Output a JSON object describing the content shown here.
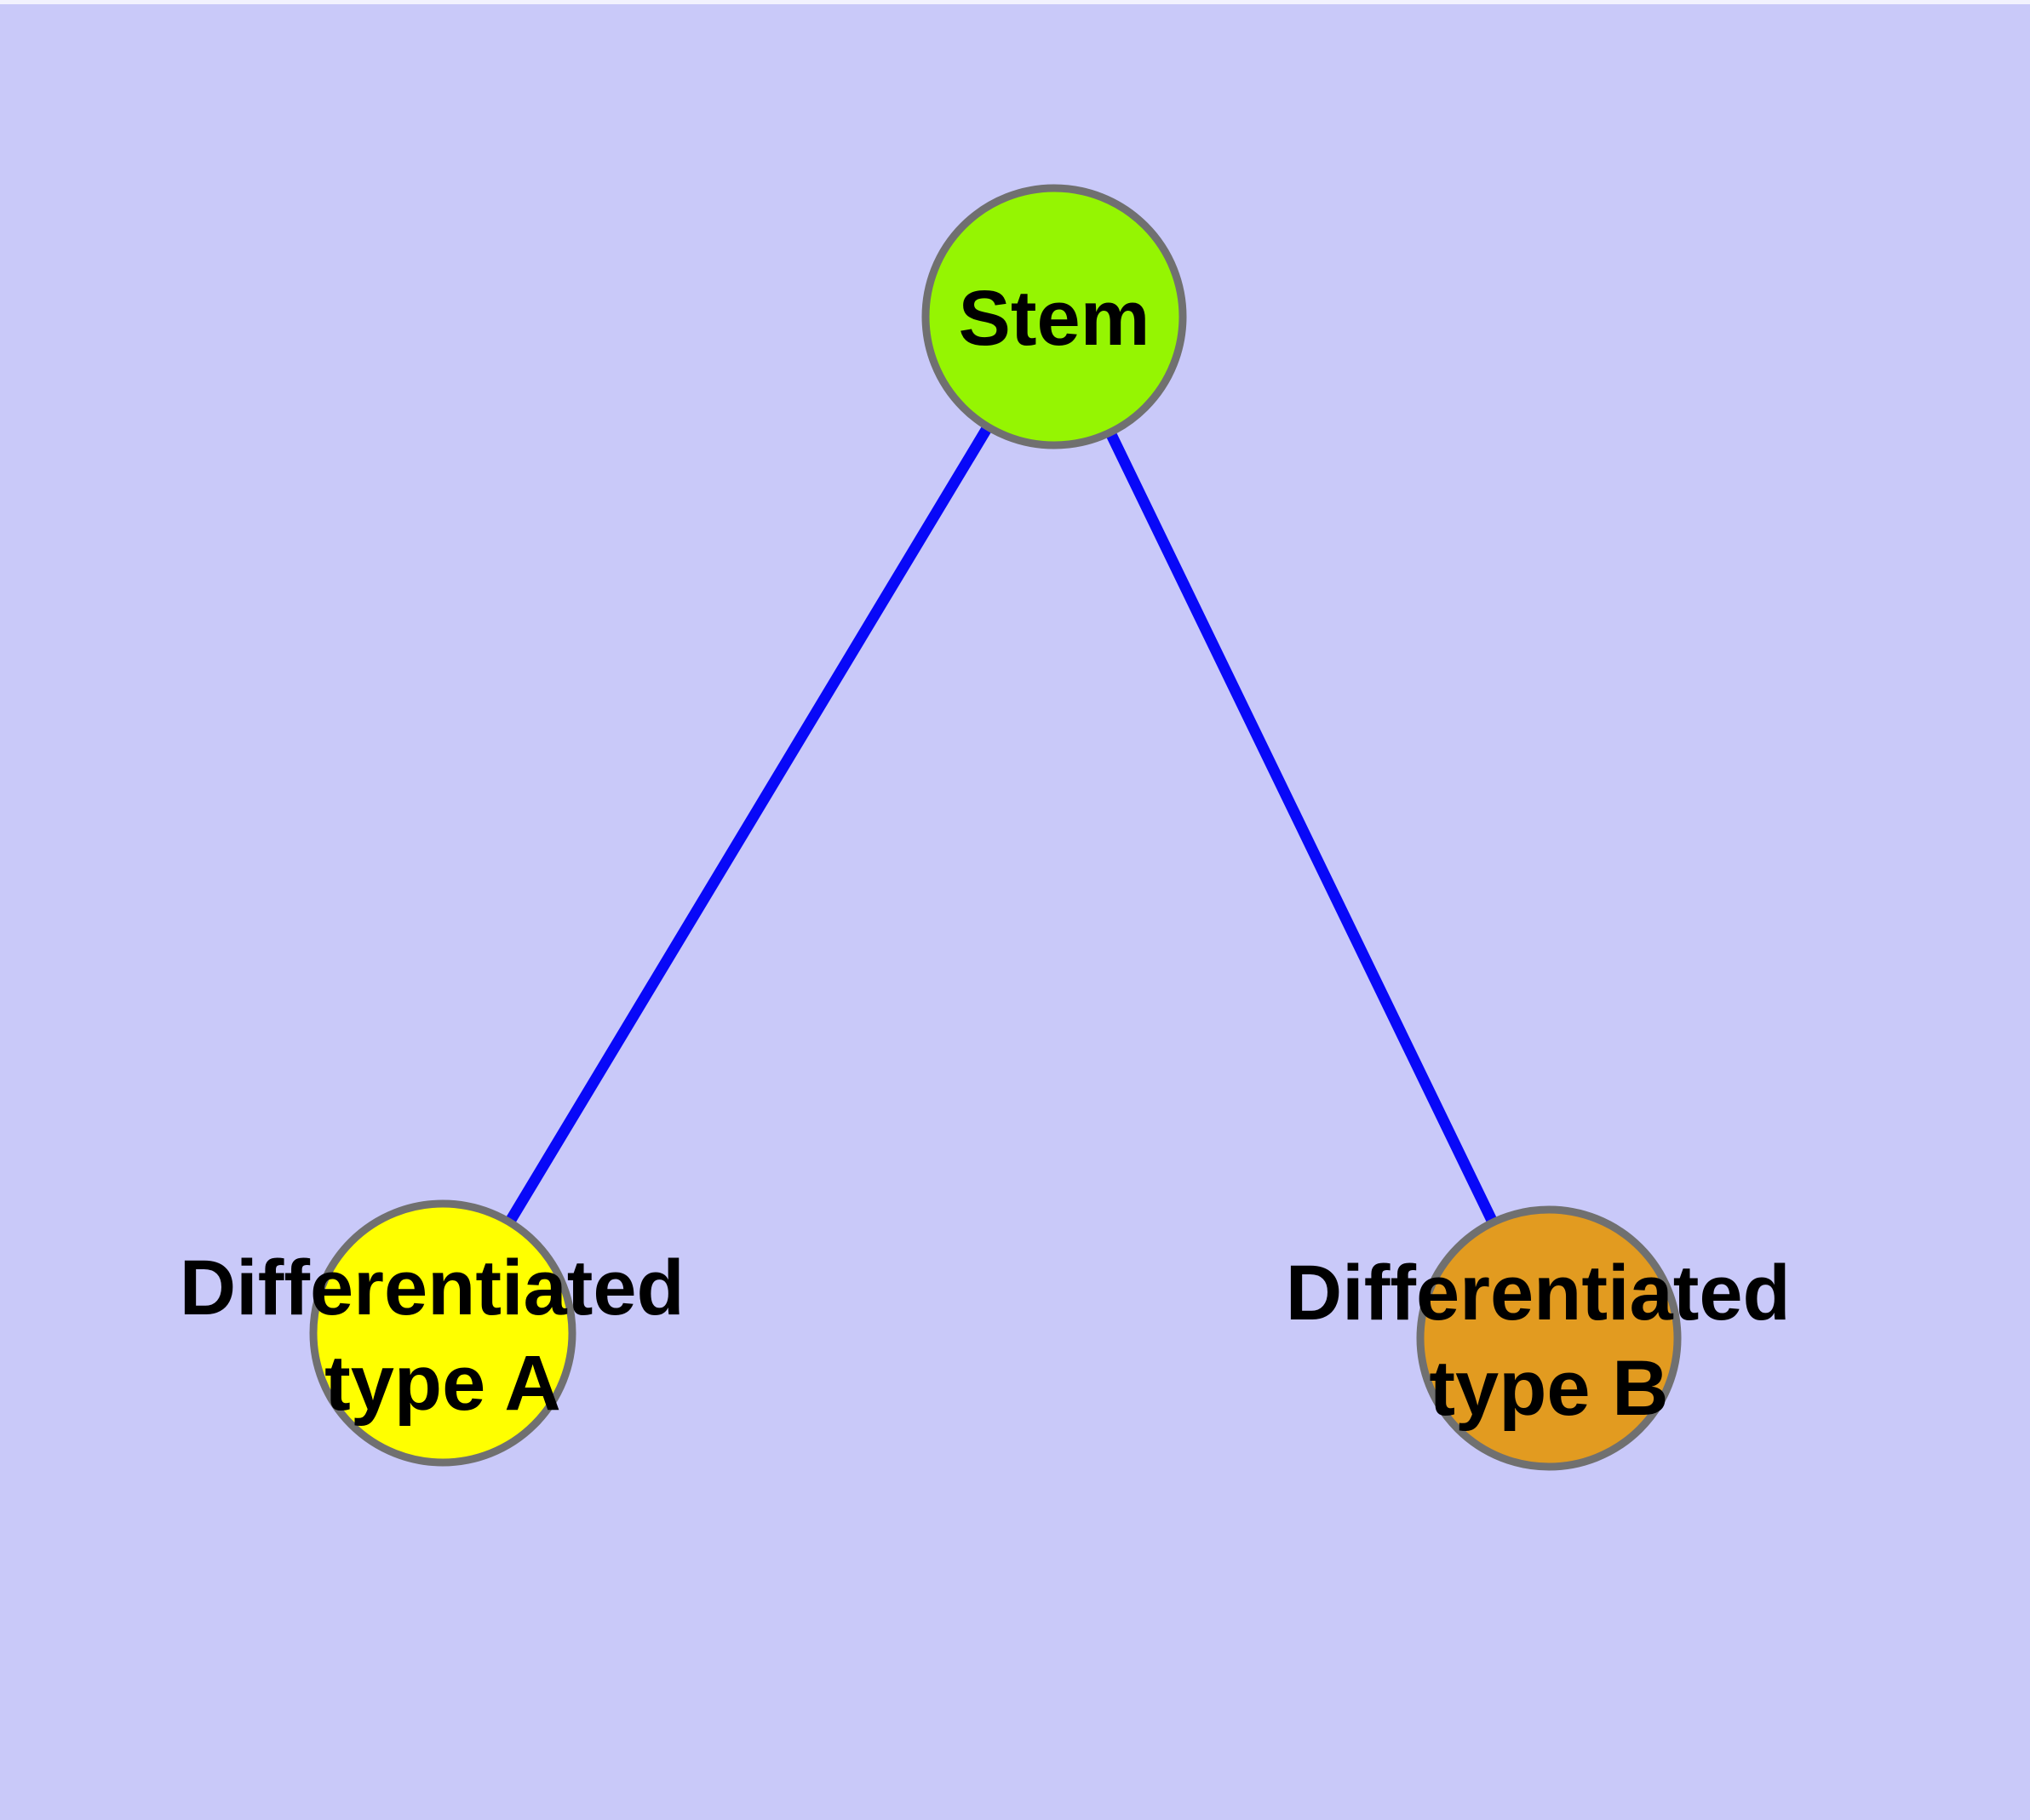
{
  "canvas": {
    "background_color": "#c9c9f9",
    "top_highlight_color": "#f2f2fe"
  },
  "diagram": {
    "description": "Cell differentiation graph: Stem node connected to two differentiated cell type nodes",
    "nodes": {
      "stem": {
        "label": "Stem",
        "fill": "#95f502",
        "border_color": "#707070"
      },
      "type_a": {
        "label_line1": "Differentiated",
        "label_line2": "type A",
        "fill": "#ffff00",
        "border_color": "#707070"
      },
      "type_b": {
        "label_line1": "Differentiated",
        "label_line2": "type B",
        "fill": "#e29b20",
        "border_color": "#707070"
      }
    },
    "edges": {
      "color": "#0808f8",
      "items": [
        {
          "from": "Stem",
          "to": "Differentiated type A"
        },
        {
          "from": "Stem",
          "to": "Differentiated type B"
        }
      ]
    }
  }
}
